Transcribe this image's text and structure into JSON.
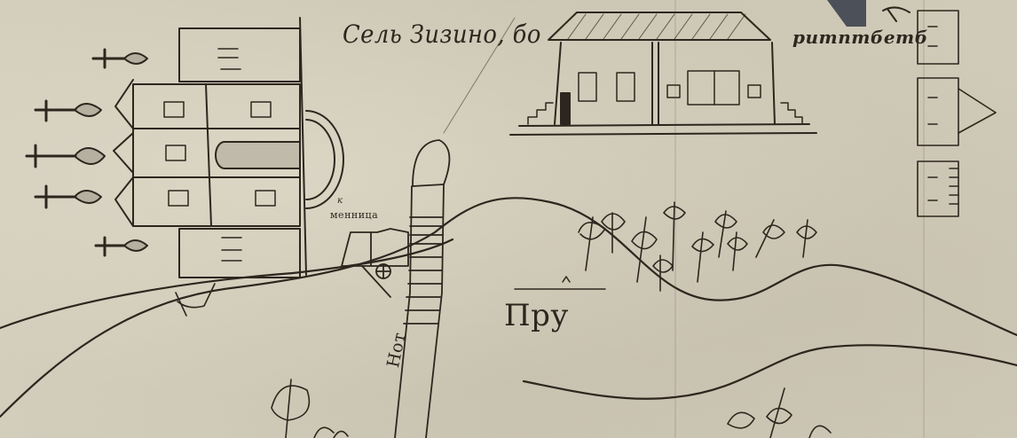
{
  "map": {
    "type": "hand-drawn historical estate plan (Cyrillic manuscript)",
    "colors": {
      "paper": "#cfc9b8",
      "ink": "#2e261e",
      "corner_patch": "#4c5058"
    },
    "labels": {
      "village_title": "Сель Зизино, бо",
      "title_continuation": "ритптбетб",
      "mill": "менница",
      "mill_superscript": "к",
      "river": "Пру",
      "road": "Нот"
    },
    "features": [
      {
        "id": "church",
        "description": "Orthodox church with five onion domes and crosses, drawn lying on its side, semicircular apse on right"
      },
      {
        "id": "manor-house",
        "description": "Long house with hatched hipped roof, lattice windows, steps at both ends"
      },
      {
        "id": "side-buildings",
        "description": "Three small buildings stacked vertically at right edge, middle one with gable"
      },
      {
        "id": "mill",
        "description": "Small structure with wheel near the pond dam"
      },
      {
        "id": "dam-bridge",
        "description": "Ladder-like bridge / dam crossing running down to bottom"
      },
      {
        "id": "river-banks",
        "description": "Two curving river bank lines crossing the sheet"
      },
      {
        "id": "grove",
        "description": "Cluster of stylized trees between the river banks"
      },
      {
        "id": "lower-trees",
        "description": "Scattered trees along bottom edge"
      }
    ]
  }
}
